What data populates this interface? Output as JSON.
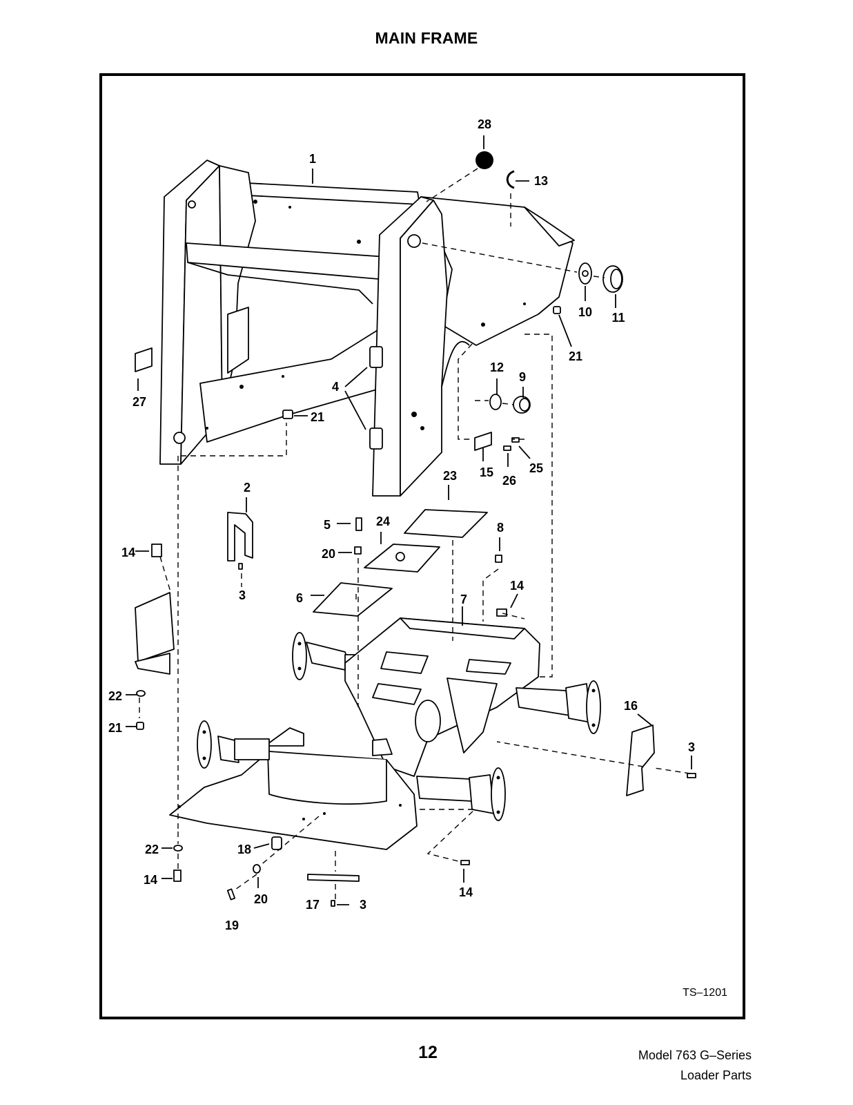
{
  "title": "MAIN FRAME",
  "figure_code": "TS–1201",
  "page_number": "12",
  "footer": {
    "model": "Model 763 G–Series",
    "section": "Loader Parts"
  },
  "callouts": [
    "1",
    "2",
    "3",
    "4",
    "5",
    "6",
    "7",
    "8",
    "9",
    "10",
    "11",
    "12",
    "13",
    "14",
    "15",
    "16",
    "17",
    "18",
    "19",
    "20",
    "21",
    "22",
    "23",
    "24",
    "25",
    "26",
    "27",
    "28"
  ]
}
